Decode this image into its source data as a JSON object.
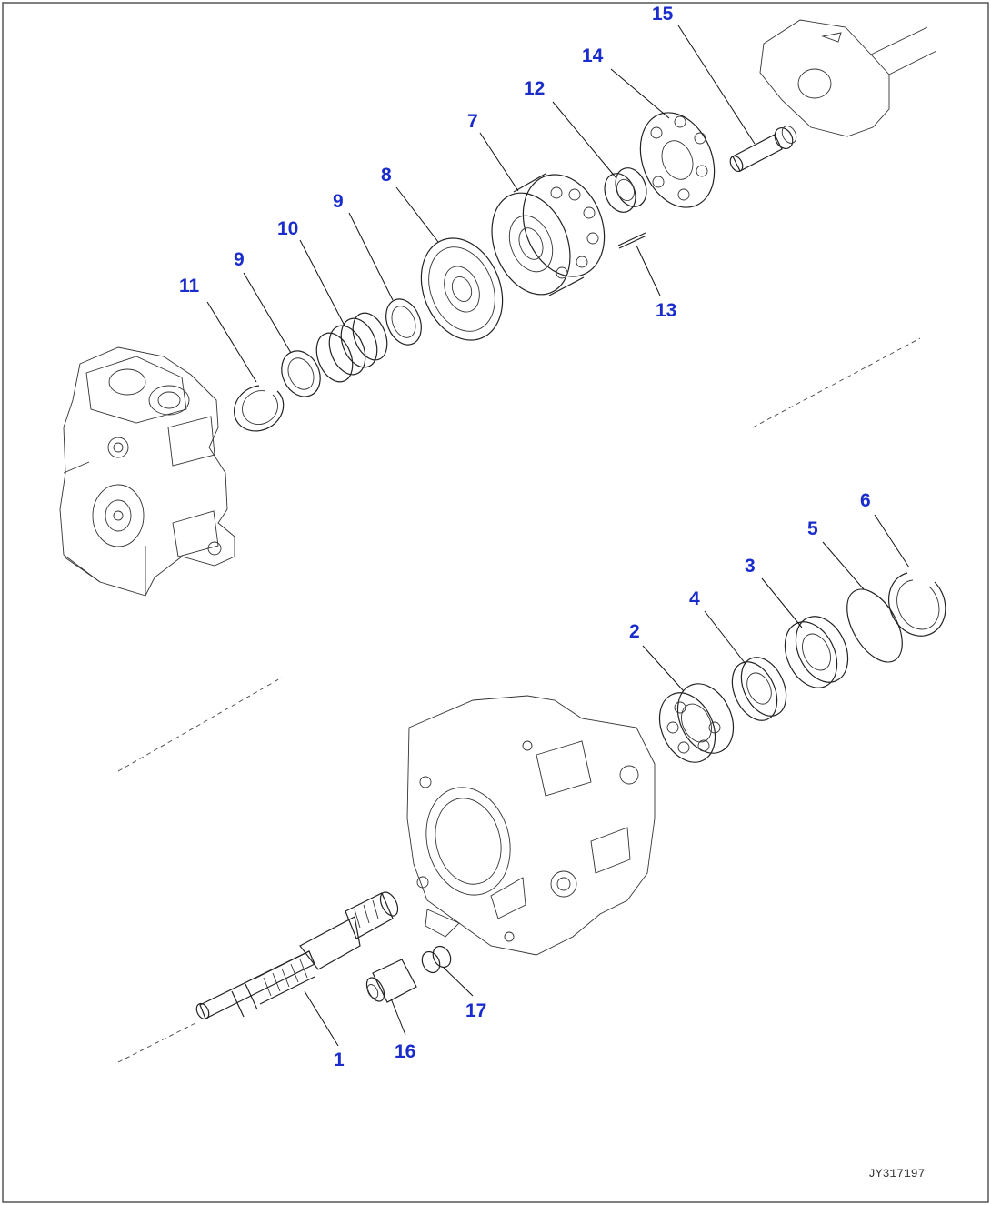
{
  "colors": {
    "label": "#1a2ccc",
    "line": "#222222",
    "frame": "#555555"
  },
  "labels": [
    {
      "id": "1",
      "text": "1"
    },
    {
      "id": "2",
      "text": "2"
    },
    {
      "id": "3",
      "text": "3"
    },
    {
      "id": "4",
      "text": "4"
    },
    {
      "id": "5",
      "text": "5"
    },
    {
      "id": "6",
      "text": "6"
    },
    {
      "id": "7",
      "text": "7"
    },
    {
      "id": "8",
      "text": "8"
    },
    {
      "id": "9a",
      "text": "9"
    },
    {
      "id": "9b",
      "text": "9"
    },
    {
      "id": "10",
      "text": "10"
    },
    {
      "id": "11",
      "text": "11"
    },
    {
      "id": "12",
      "text": "12"
    },
    {
      "id": "13",
      "text": "13"
    },
    {
      "id": "14",
      "text": "14"
    },
    {
      "id": "15",
      "text": "15"
    },
    {
      "id": "16",
      "text": "16"
    },
    {
      "id": "17",
      "text": "17"
    }
  ],
  "drawing_code": "JY317197"
}
